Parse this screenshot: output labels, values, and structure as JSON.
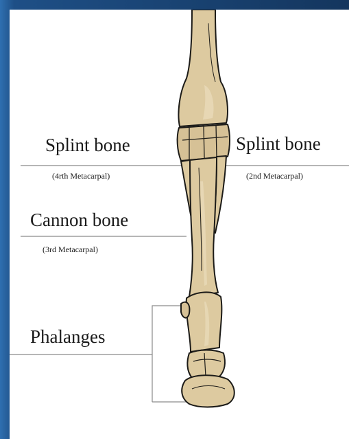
{
  "labels": {
    "splint_left": "Splint bone",
    "splint_left_sub": "(4rth Metacarpal)",
    "splint_right": "Splint bone",
    "splint_right_sub": "(2nd Metacarpal)",
    "cannon": "Cannon bone",
    "cannon_sub": "(3rd Metacarpal)",
    "phalanges": "Phalanges"
  },
  "colors": {
    "bone_fill": "#ddcaa0",
    "bone_shade": "#c9b27f",
    "bone_outline": "#1c1b18",
    "leader_line": "#8a8a8a",
    "frame": "#1e4f86"
  }
}
